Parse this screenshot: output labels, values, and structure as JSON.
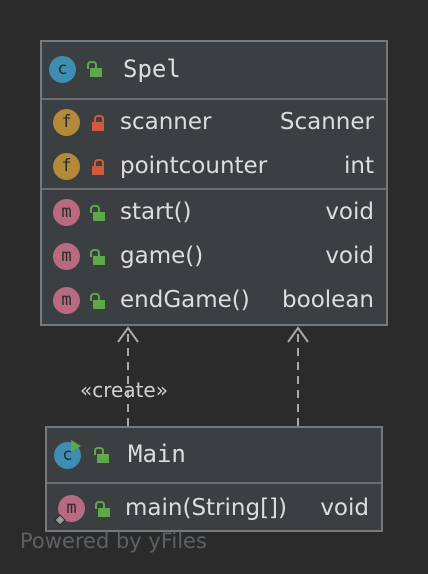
{
  "diagram": {
    "classes": {
      "spel": {
        "kind_icon": "class-icon",
        "visibility_icon": "public-lock-icon",
        "name": "Spel",
        "fields": [
          {
            "kind_icon": "field-icon",
            "badge": "f",
            "visibility_icon": "private-lock-icon",
            "name": "scanner",
            "type": "Scanner"
          },
          {
            "kind_icon": "field-icon",
            "badge": "f",
            "visibility_icon": "private-lock-icon",
            "name": "pointcounter",
            "type": "int"
          }
        ],
        "methods": [
          {
            "kind_icon": "method-icon",
            "badge": "m",
            "visibility_icon": "public-lock-icon",
            "name": "start()",
            "type": "void"
          },
          {
            "kind_icon": "method-icon",
            "badge": "m",
            "visibility_icon": "public-lock-icon",
            "name": "game()",
            "type": "void"
          },
          {
            "kind_icon": "method-icon",
            "badge": "m",
            "visibility_icon": "public-lock-icon",
            "name": "endGame()",
            "type": "boolean"
          }
        ]
      },
      "main": {
        "kind_icon": "executable-class-icon",
        "visibility_icon": "public-lock-icon",
        "name": "Main",
        "methods": [
          {
            "kind_icon": "static-method-icon",
            "badge": "m",
            "visibility_icon": "public-lock-icon",
            "name": "main(String[])",
            "type": "void"
          }
        ]
      }
    },
    "relations": [
      {
        "from": "Main",
        "to": "Spel",
        "style": "dashed",
        "label": "«create»"
      },
      {
        "from": "Main",
        "to": "Spel",
        "style": "dashed",
        "label": ""
      }
    ],
    "badges": {
      "class": "c"
    },
    "watermark": "Powered by yFiles",
    "colors": {
      "background": "#2b2b2b",
      "node_fill": "#3c3f41",
      "class_badge": "#3e8db3",
      "field_badge": "#b38a3a",
      "method_badge": "#b86a80",
      "public": "#5fa84a",
      "private": "#d05b3a"
    }
  }
}
